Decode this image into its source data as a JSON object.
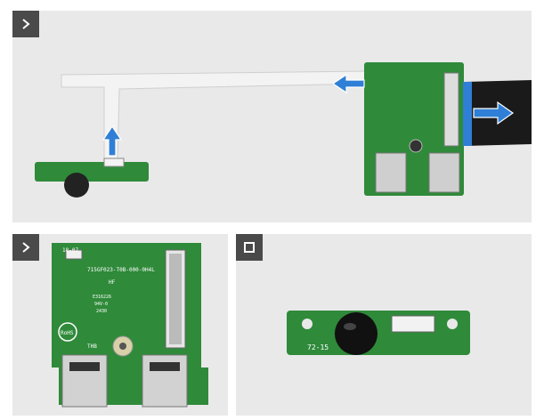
{
  "panels": [
    {
      "id": "overview",
      "button_icon": "chevron-right-icon"
    },
    {
      "id": "io-board",
      "button_icon": "chevron-right-icon"
    },
    {
      "id": "power-button-board",
      "button_icon": "square-icon"
    }
  ],
  "io_board": {
    "part_number": "715GF023-T0B-000-0H4L",
    "date_code": "18-07",
    "hf": "HF",
    "cert": "E316226",
    "flame": "94V-0",
    "rev": "2430",
    "rohs": "RoHS",
    "thb": "THB"
  },
  "small_board": {
    "label": "72-15"
  },
  "colors": {
    "pcb": "#2f8a3a",
    "arrow": "#2f7fd6",
    "background": "#e9e9e9",
    "nav": "#4a4a4a"
  }
}
